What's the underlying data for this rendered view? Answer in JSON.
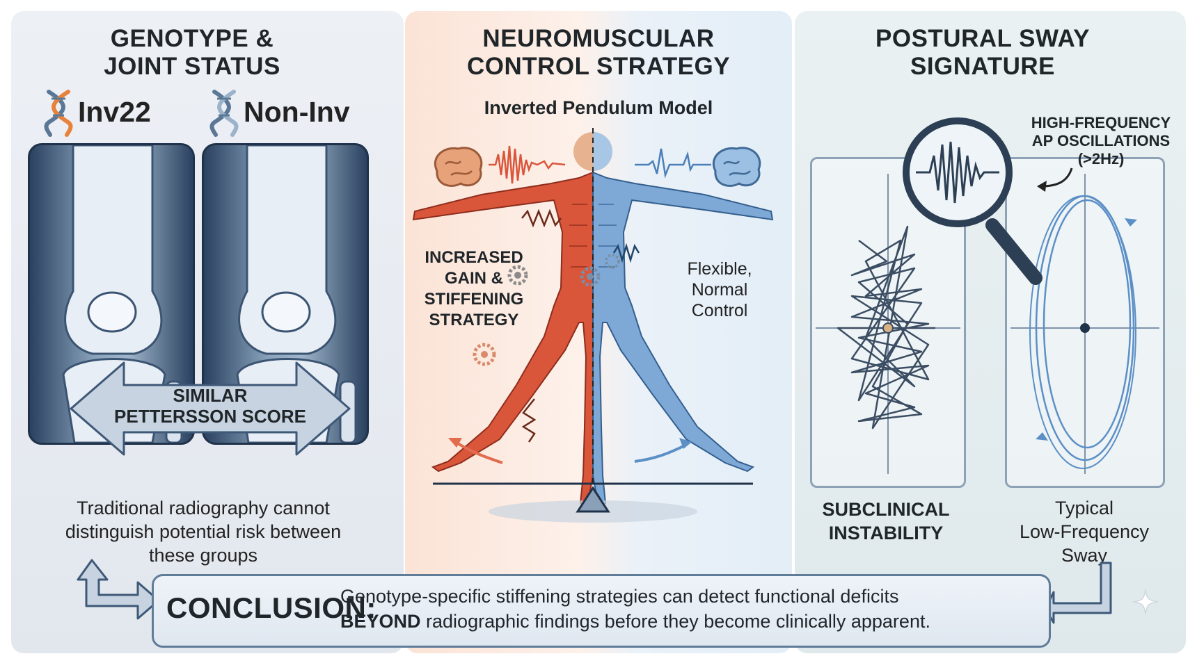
{
  "panels": {
    "left": {
      "title_line1": "GENOTYPE &",
      "title_line2": "JOINT STATUS",
      "genotype_a": "Inv22",
      "genotype_b": "Non-Inv",
      "arrow_label_line1": "SIMILAR",
      "arrow_label_line2": "PETTERSSON SCORE",
      "caption_line1": "Traditional radiography cannot",
      "caption_line2": "distinguish potential risk between",
      "caption_line3": "these groups"
    },
    "middle": {
      "title_line1": "NEUROMUSCULAR",
      "title_line2": "CONTROL STRATEGY",
      "subtitle": "Inverted Pendulum Model",
      "left_label_line1": "INCREASED",
      "left_label_line2": "GAIN &",
      "left_label_line3": "STIFFENING",
      "left_label_line4": "STRATEGY",
      "right_label_line1": "Flexible,",
      "right_label_line2": "Normal",
      "right_label_line3": "Control"
    },
    "right": {
      "title_line1": "POSTURAL SWAY",
      "title_line2": "SIGNATURE",
      "callout_line1": "HIGH-FREQUENCY",
      "callout_line2": "AP OSCILLATIONS",
      "callout_line3": "(>2Hz)",
      "left_caption_line1": "SUBCLINICAL",
      "left_caption_line2": "INSTABILITY",
      "right_caption_line1": "Typical",
      "right_caption_line2": "Low-Frequency",
      "right_caption_line3": "Sway"
    }
  },
  "conclusion": {
    "heading": "CONCLUSION:",
    "line1": "Genotype-specific stiffening strategies can detect functional deficits",
    "line2_bold": "BEYOND",
    "line2_rest": "radiographic findings before they become clinically apparent."
  },
  "colors": {
    "stiff_red": "#d9563b",
    "normal_blue": "#6b9bd1",
    "navy": "#20324a",
    "accent_orange": "#e8823a"
  },
  "icons": [
    "dna-icon",
    "brain-icon",
    "gear-icon",
    "magnifier-icon",
    "sparkle-icon"
  ]
}
